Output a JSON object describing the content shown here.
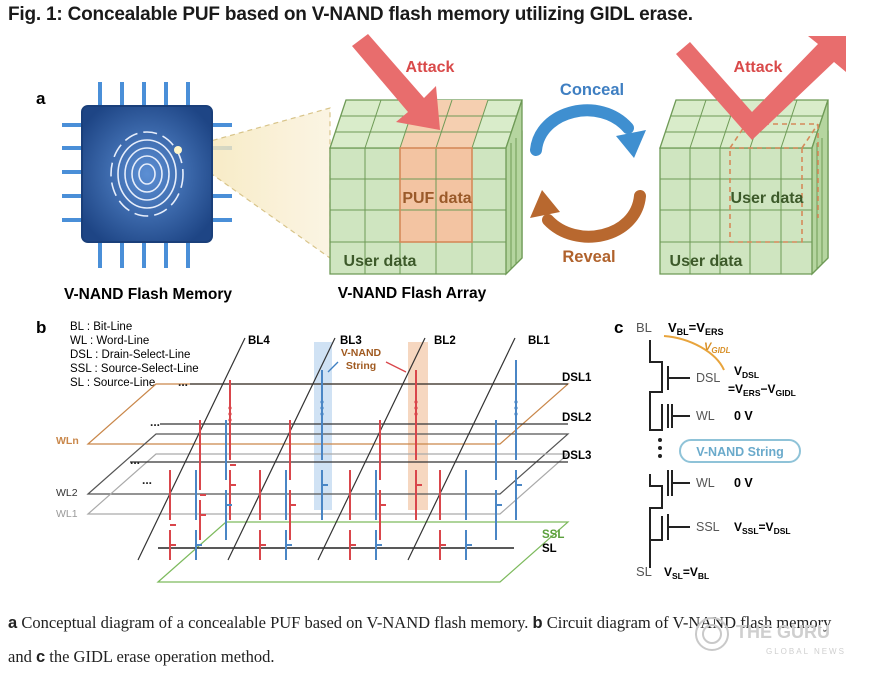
{
  "figure": {
    "title": "Fig. 1: Concealable PUF based on V-NAND flash memory utilizing GIDL erase."
  },
  "panel_a": {
    "label": "a",
    "chip_label": "V-NAND Flash Memory",
    "array_label": "V-NAND Flash Array",
    "attack_left": "Attack",
    "attack_right": "Attack",
    "puf_data": "PUF data",
    "user_data_left": "User data",
    "user_data_right_inner": "User data",
    "user_data_right": "User data",
    "conceal": "Conceal",
    "reveal": "Reveal"
  },
  "panel_b": {
    "label": "b",
    "legend": [
      "BL : Bit-Line",
      "WL : Word-Line",
      "DSL : Drain-Select-Line",
      "SSL : Source-Select-Line",
      "SL : Source-Line"
    ],
    "bl_labels": [
      "BL4",
      "BL3",
      "BL2",
      "BL1"
    ],
    "vnand_string": "V-NAND\nString",
    "vnand_string_l1": "V-NAND",
    "vnand_string_l2": "String",
    "dsl_labels": [
      "DSL1",
      "DSL2",
      "DSL3"
    ],
    "wl_labels": [
      "WLn",
      "WL2",
      "WL1"
    ],
    "ssl": "SSL",
    "sl": "SL",
    "dots": "..."
  },
  "panel_c": {
    "label": "c",
    "bl": "BL",
    "bl_eq": "V",
    "v_bl": "BL",
    "v_ers": "ERS",
    "v_gidl": "GIDL",
    "dsl": "DSL",
    "dsl_v": "DSL",
    "dsl_eq": "=V",
    "ers": "ERS",
    "gidl": "GIDL",
    "wl_top": "WL",
    "wl_top_v": "0 V",
    "string_label": "V-NAND String",
    "wl_bottom": "WL",
    "wl_bottom_v": "0 V",
    "ssl": "SSL",
    "v_ssl": "SSL",
    "v_dsl": "DSL",
    "sl": "SL",
    "v_sl": "SL",
    "v_bl2": "BL"
  },
  "caption": {
    "a_label": "a",
    "a_text": " Conceptual diagram of a concealable PUF based on V-NAND flash memory. ",
    "b_label": "b",
    "b_text": " Circuit diagram of V-NAND flash memory and ",
    "c_label": "c",
    "c_text": " the GIDL erase operation method."
  },
  "watermark": {
    "name": "THE GURU",
    "sub": "GLOBAL NEWS"
  },
  "colors": {
    "cube_green": "#cfe5c0",
    "cube_green_dark": "#9fc488",
    "puf_orange": "#f3c4a2",
    "attack_red": "#e86d6d",
    "conceal_blue": "#3f8fd0",
    "reveal_brown": "#b8682f",
    "chip_blue": "#2c5aa0",
    "red_string": "#d9464b",
    "blue_string": "#4a86c5",
    "orange_wl": "#c9874a",
    "green_ssl": "#7dba5d"
  }
}
